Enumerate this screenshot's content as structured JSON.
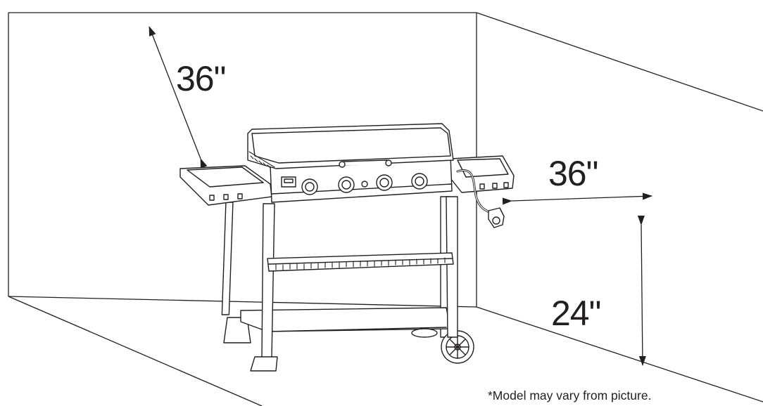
{
  "clearances": {
    "back_wall": "36\"",
    "side_wall": "36\"",
    "floor_height": "24\""
  },
  "disclaimer": "*Model may vary from picture.",
  "colors": {
    "line": "#231f20",
    "background": "#ffffff"
  }
}
